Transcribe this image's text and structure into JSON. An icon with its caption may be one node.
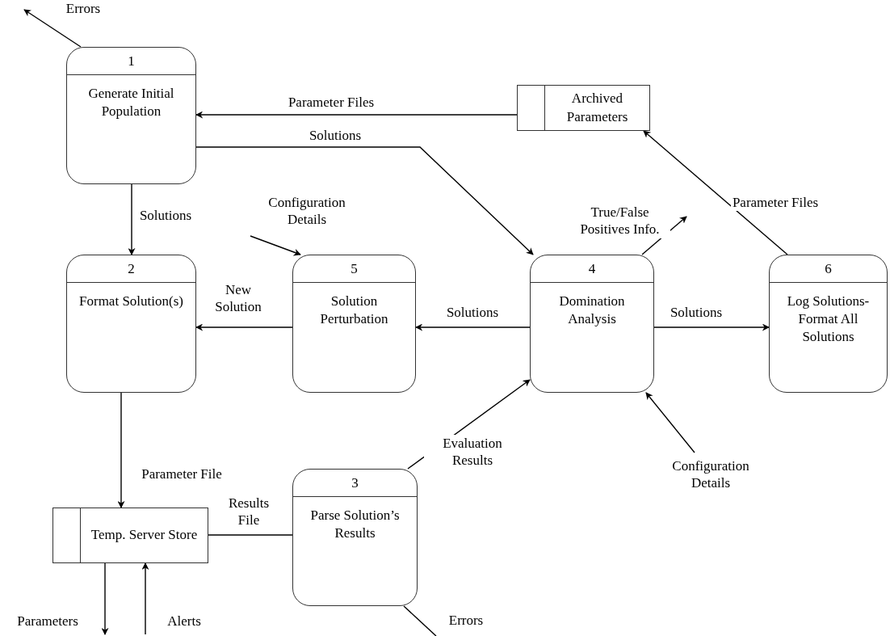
{
  "diagram": {
    "nodes": [
      {
        "text": [
          "1",
          "Generate Initial Population"
        ]
      },
      {
        "text": [
          "Archived Parameters"
        ]
      },
      {
        "text": [
          "2",
          "Format Solution(s)"
        ]
      },
      {
        "text": [
          "5",
          "Solution Perturbation"
        ]
      },
      {
        "text": [
          "4",
          "Domination Analysis"
        ]
      },
      {
        "text": [
          "6",
          "Log Solutions- Format All Solutions"
        ]
      },
      {
        "text": [
          "Temp. Server Store"
        ]
      },
      {
        "text": [
          "3",
          "Parse Solution’s Results"
        ]
      }
    ],
    "edges": [
      {
        "from": 0,
        "to": null,
        "arrow": "to",
        "label": "Errors"
      },
      {
        "from": 1,
        "to": 0,
        "arrow": "to",
        "label": "Parameter Files"
      },
      {
        "from": 0,
        "to": 4,
        "arrow": "to",
        "label": "Solutions"
      },
      {
        "from": 0,
        "to": 2,
        "arrow": "to",
        "label": "Solutions"
      },
      {
        "from": null,
        "to": 3,
        "arrow": "to",
        "label": "Configuration Details"
      },
      {
        "from": 4,
        "to": null,
        "arrow": "to",
        "label": "True/False Positives Info."
      },
      {
        "from": 5,
        "to": 1,
        "arrow": "to",
        "label": "Parameter Files"
      },
      {
        "from": 3,
        "to": 2,
        "arrow": "to",
        "label": "New Solution"
      },
      {
        "from": 4,
        "to": 3,
        "arrow": "to",
        "label": "Solutions"
      },
      {
        "from": 4,
        "to": 5,
        "arrow": "to",
        "label": "Solutions"
      },
      {
        "from": null,
        "to": 4,
        "arrow": "to",
        "label": "Configuration Details"
      },
      {
        "from": 7,
        "to": 4,
        "arrow": "to",
        "label": "Evaluation Results"
      },
      {
        "from": 2,
        "to": 6,
        "arrow": "to",
        "label": "Parameter File"
      },
      {
        "from": 6,
        "to": 7,
        "arrow": "none",
        "label": "Results File"
      },
      {
        "from": 6,
        "to": null,
        "arrow": "to",
        "label": "Parameters"
      },
      {
        "from": null,
        "to": 6,
        "arrow": "to",
        "label": "Alerts"
      },
      {
        "from": 7,
        "to": null,
        "arrow": "none",
        "label": "Errors"
      }
    ]
  }
}
